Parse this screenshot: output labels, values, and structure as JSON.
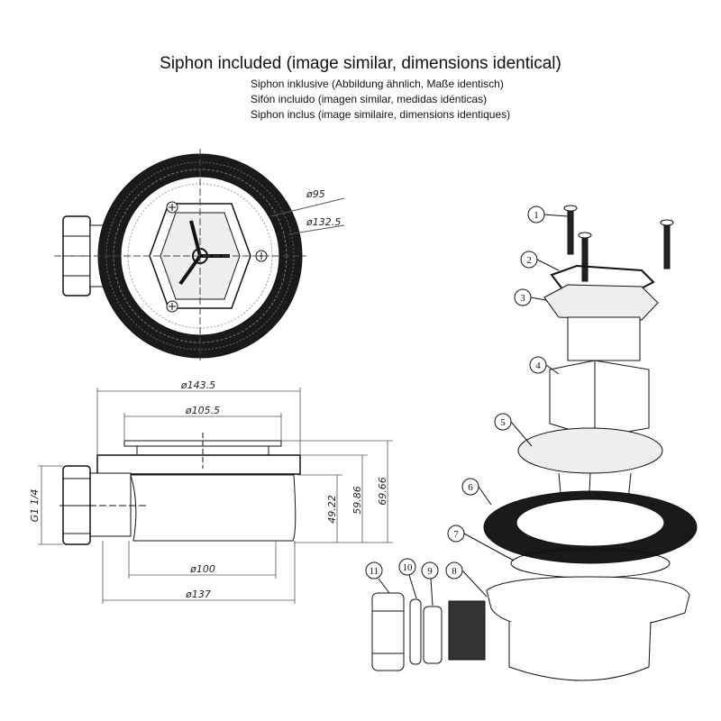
{
  "title": "Siphon included (image similar, dimensions identical)",
  "subtitles": [
    "Siphon inklusive (Abbildung ähnlich, Maße identisch)",
    "Sifón incluido (imagen similar, medidas idénticas)",
    "Siphon inclus (image similaire, dimensions identiques)"
  ],
  "top_view": {
    "dim_inner": "ø95",
    "dim_outer": "ø132.5"
  },
  "side_view": {
    "dim_top_outer": "ø143.5",
    "dim_top_inner": "ø105.5",
    "dim_bottom_inner": "ø100",
    "dim_bottom_outer": "ø137",
    "height_1": "49.22",
    "height_2": "59.86",
    "height_3": "69.66",
    "thread": "G1 1/4"
  },
  "exploded_view": {
    "part_labels": [
      "1",
      "2",
      "3",
      "4",
      "5",
      "6",
      "7",
      "8",
      "9",
      "10",
      "11"
    ]
  }
}
